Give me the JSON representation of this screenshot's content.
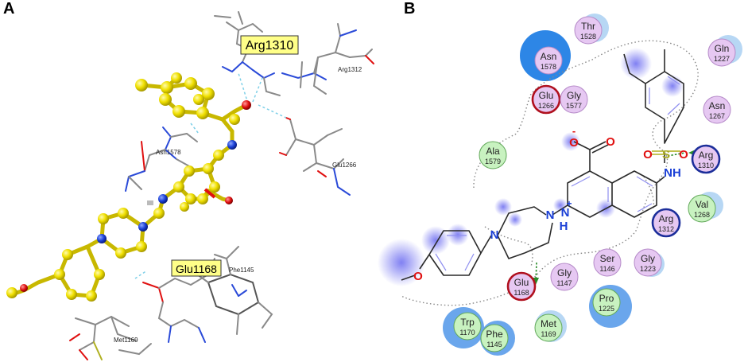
{
  "panels": {
    "a_label": "A",
    "b_label": "B"
  },
  "panel_a": {
    "callouts": [
      {
        "id": "arg1310",
        "text": "Arg1310"
      },
      {
        "id": "glu1168",
        "text": "Glu1168"
      }
    ],
    "small_labels": [
      {
        "id": "arg1312",
        "text": "Arg1312"
      },
      {
        "id": "asn1578",
        "text": "Asn1578"
      },
      {
        "id": "glu1266",
        "text": "Glu1266"
      },
      {
        "id": "phe1145",
        "text": "Phe1145"
      },
      {
        "id": "met1169",
        "text": "Met1169"
      }
    ],
    "colors": {
      "ligand": "#f0e000",
      "ligand_edge": "#9a9000",
      "nitrogen": "#1a3fd6",
      "oxygen": "#e01010",
      "callout_bg": "#ffff88"
    }
  },
  "panel_b": {
    "ligand_atoms": {
      "o_minus": "O",
      "minus_sign": "-",
      "o_carbonyl": "O",
      "n_pip1": "N",
      "n_pip2": "N",
      "n_quin": "N",
      "plus_sign": "+",
      "h_quin": "H",
      "o_methoxy": "O",
      "s_sulfonyl": "S",
      "o_s_left": "O",
      "o_s_right": "O",
      "n_h_sulf": "NH"
    },
    "residues": [
      {
        "id": "thr1528",
        "name": "Thr",
        "num": "1528",
        "kind": "polar"
      },
      {
        "id": "asn1578",
        "name": "Asn",
        "num": "1578",
        "kind": "polar"
      },
      {
        "id": "glu1266",
        "name": "Glu",
        "num": "1266",
        "kind": "acidic"
      },
      {
        "id": "gly1577",
        "name": "Gly",
        "num": "1577",
        "kind": "polar"
      },
      {
        "id": "gln1227",
        "name": "Gln",
        "num": "1227",
        "kind": "polar"
      },
      {
        "id": "asn1267",
        "name": "Asn",
        "num": "1267",
        "kind": "polar"
      },
      {
        "id": "arg1310",
        "name": "Arg",
        "num": "1310",
        "kind": "basic"
      },
      {
        "id": "ala1579",
        "name": "Ala",
        "num": "1579",
        "kind": "greasy"
      },
      {
        "id": "val1268",
        "name": "Val",
        "num": "1268",
        "kind": "greasy"
      },
      {
        "id": "arg1312",
        "name": "Arg",
        "num": "1312",
        "kind": "basic"
      },
      {
        "id": "ser1146",
        "name": "Ser",
        "num": "1146",
        "kind": "polar"
      },
      {
        "id": "gly1223",
        "name": "Gly",
        "num": "1223",
        "kind": "polar"
      },
      {
        "id": "gly1147",
        "name": "Gly",
        "num": "1147",
        "kind": "polar"
      },
      {
        "id": "glu1168",
        "name": "Glu",
        "num": "1168",
        "kind": "acidic"
      },
      {
        "id": "pro1225",
        "name": "Pro",
        "num": "1225",
        "kind": "greasy"
      },
      {
        "id": "met1169",
        "name": "Met",
        "num": "1169",
        "kind": "greasy"
      },
      {
        "id": "trp1170",
        "name": "Trp",
        "num": "1170",
        "kind": "greasy"
      },
      {
        "id": "phe1145",
        "name": "Phe",
        "num": "1145",
        "kind": "greasy"
      }
    ],
    "colors": {
      "polar_fill": "#e6c8f2",
      "polar_stroke": "#b58ac8",
      "greasy_fill": "#c8f2c0",
      "greasy_stroke": "#62a85a",
      "acidic_stroke": "#b0101e",
      "basic_stroke": "#1c2e9a",
      "exposure": "#4a8fe0",
      "ligand_exposure": "#7b7bf2",
      "hbond": "#2a8c2a",
      "oxygen": "#e01010",
      "nitrogen": "#1a3fd6",
      "sulfur": "#b0b020",
      "bond": "#2a2a2a",
      "aromatic": "#8f8ff0",
      "pocket": "#888888"
    }
  }
}
